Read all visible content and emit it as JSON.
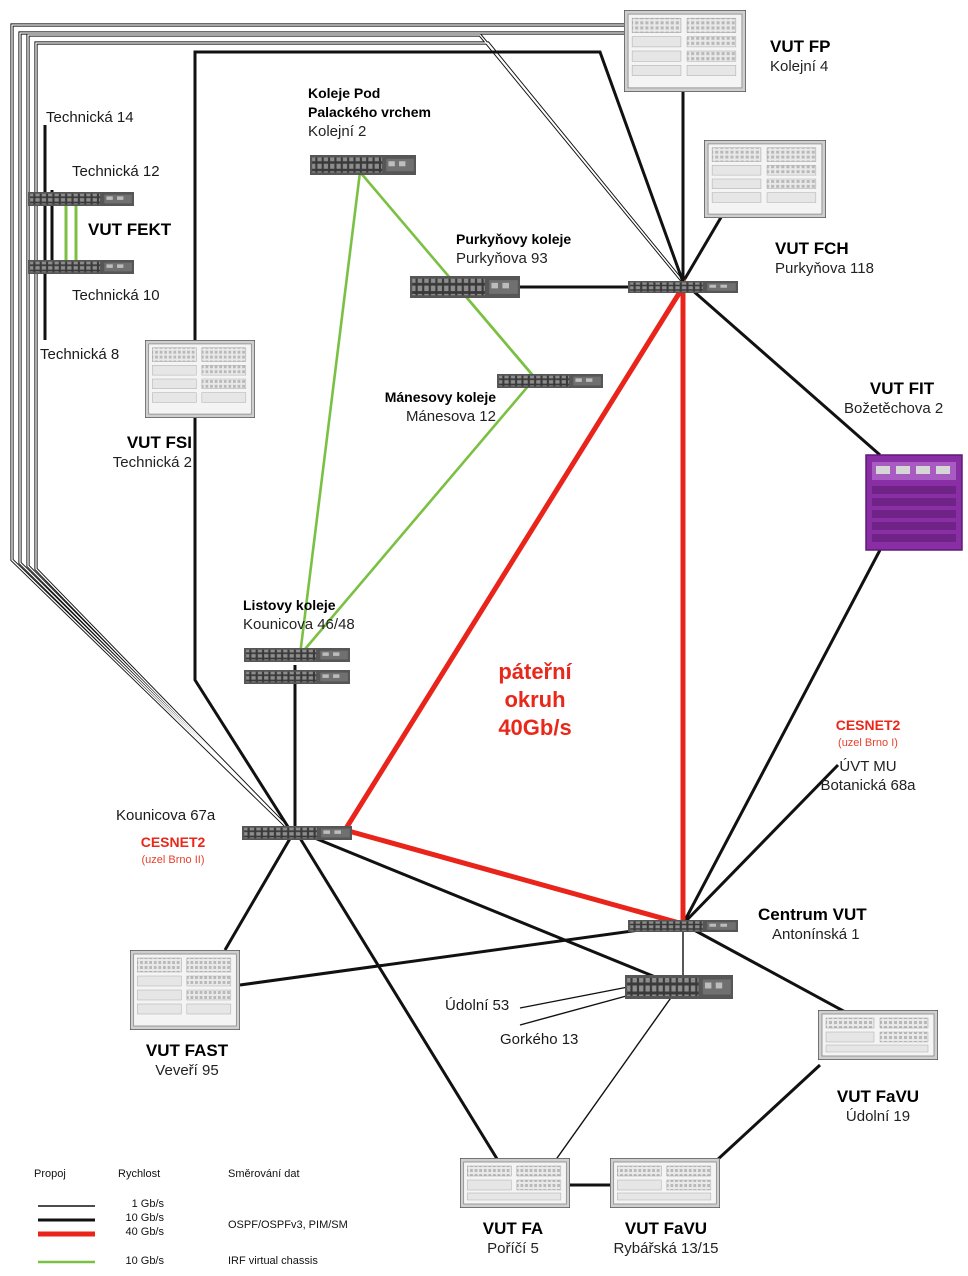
{
  "colors": {
    "copper": "#111111",
    "fiber": "#111111",
    "backbone": "#e8241b",
    "irf": "#7ac043",
    "fit": "#8a2ea5"
  },
  "sites": {
    "fp": {
      "title": "VUT FP",
      "addr": "Kolejní 4"
    },
    "fch": {
      "title": "VUT FCH",
      "addr": "Purkyňova 118"
    },
    "fit": {
      "title": "VUT FIT",
      "addr": "Božetěchova 2"
    },
    "fekt": {
      "title": "VUT FEKT",
      "branches": [
        "Technická 14",
        "Technická 12",
        "Technická 10",
        "Technická 8"
      ]
    },
    "fsi": {
      "title": "VUT FSI",
      "addr": "Technická 2"
    },
    "pod": {
      "title1": "Koleje Pod",
      "title2": "Palackého vrchem",
      "addr": "Kolejní 2"
    },
    "purk": {
      "title": "Purkyňovy koleje",
      "addr": "Purkyňova 93"
    },
    "manes": {
      "title": "Mánesovy koleje",
      "addr": "Mánesova 12"
    },
    "listovy": {
      "title": "Listovy koleje",
      "addr": "Kounicova 46/48"
    },
    "kounicova": {
      "addr": "Kounicova 67a",
      "net": "CESNET2",
      "node": "(uzel Brno II)"
    },
    "cesnet1": {
      "net": "CESNET2",
      "node": "(uzel Brno I)",
      "org": "ÚVT MU",
      "addr": "Botanická 68a"
    },
    "centrum": {
      "title": "Centrum VUT",
      "addr": "Antonínská 1"
    },
    "udolni": {
      "a": "Údolní 53",
      "b": "Gorkého 13"
    },
    "fast": {
      "title": "VUT FAST",
      "addr": "Veveří 95"
    },
    "favu1": {
      "title": "VUT FaVU",
      "addr": "Údolní 19"
    },
    "fa": {
      "title": "VUT FA",
      "addr": "Poříčí 5"
    },
    "favu2": {
      "title": "VUT FaVU",
      "addr": "Rybářská 13/15"
    }
  },
  "ring": {
    "l1": "páteřní",
    "l2": "okruh",
    "l3": "40Gb/s"
  },
  "legend": {
    "headers": [
      "Propoj",
      "Rychlost",
      "Směrování dat"
    ],
    "rows": [
      {
        "speed": "1 Gb/s",
        "routing": ""
      },
      {
        "speed": "10 Gb/s",
        "routing": "OSPF/OSPFv3, PIM/SM"
      },
      {
        "speed": "40 Gb/s",
        "routing": ""
      },
      {
        "speed": "10 Gb/s",
        "routing": "IRF virtual chassis"
      }
    ]
  }
}
